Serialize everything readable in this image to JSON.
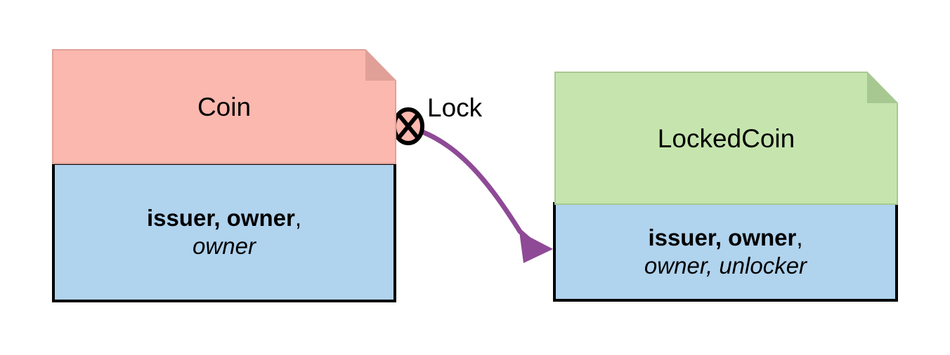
{
  "diagram": {
    "type": "uml-class-diagram",
    "background": "#ffffff",
    "nodes": [
      {
        "id": "coin",
        "name": "Coin",
        "header_fill": "#fbb8ae",
        "header_fold_fill": "#e0a098",
        "attrs_fill": "#b0d3ee",
        "attrs_border": "#000000",
        "attributes_bold": "issuer, owner",
        "attributes_bold_trailing": ",",
        "attributes_italic": "owner"
      },
      {
        "id": "lockedcoin",
        "name": "LockedCoin",
        "header_fill": "#c6e5ae",
        "header_fold_fill": "#a8c891",
        "attrs_fill": "#b0d3ee",
        "attrs_border": "#000000",
        "attributes_bold": "issuer, owner",
        "attributes_bold_trailing": ",",
        "attributes_italic": "owner, unlocker"
      }
    ],
    "edges": [
      {
        "id": "lock-edge",
        "label": "Lock",
        "color": "#8e4a96",
        "source": "coin",
        "target": "lockedcoin",
        "source_marker": "circle-cross",
        "target_marker": "arrowhead",
        "source_marker_fill": "#fbb8ae"
      }
    ]
  }
}
